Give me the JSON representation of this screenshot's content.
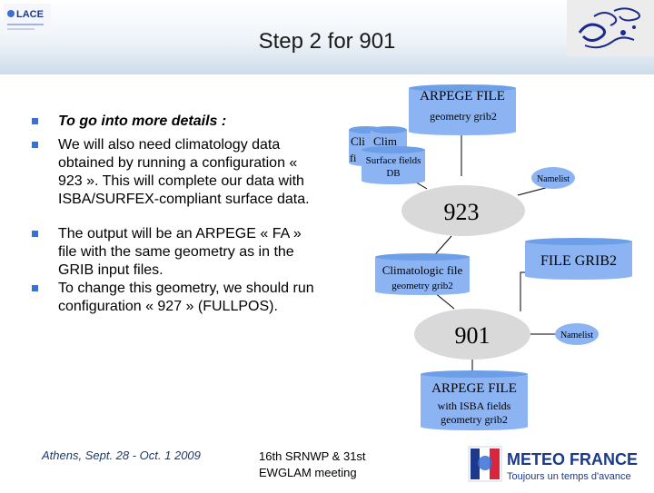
{
  "header": {
    "title": "Step 2 for 901",
    "logo_left_text": "LACE"
  },
  "bullets": [
    {
      "text": "To go into more details :",
      "bold": true,
      "italic": true
    },
    {
      "text": "We will also need climatology data obtained by running a configuration « 923 ». This will complete our data with ISBA/SURFEX-compliant surface data."
    },
    {
      "text": "The output will be an ARPEGE « FA » file with the same geometry as in the GRIB input files."
    },
    {
      "text": "To change this geometry, we should run configuration « 927 » (FULLPOS)."
    }
  ],
  "diagram": {
    "arpege_top": {
      "title": "ARPEGE FILE",
      "sub": "geometry grib2"
    },
    "clim_1": "Cli",
    "clim_2": "Clim",
    "clim_fi": "fi",
    "surface_fields": "Surface fields",
    "surface_db": "DB",
    "namelist_1": "Namelist",
    "node_923": "923",
    "file_grib2": "FILE GRIB2",
    "climatologic": {
      "title": "Climatologic file",
      "sub": "geometry grib2"
    },
    "node_901": "901",
    "namelist_2": "Namelist",
    "arpege_bottom": {
      "title": "ARPEGE FILE",
      "sub1": "with ISBA fields",
      "sub2": "geometry grib2"
    }
  },
  "footer": {
    "date": "Athens, Sept. 28 - Oct. 1 2009",
    "event_line1": "16th  SRNWP & 31st",
    "event_line2": "EWGLAM meeting",
    "logo_text": "METEO FRANCE",
    "logo_tagline": "Toujours un temps d'avance"
  },
  "colors": {
    "cylinder_fill": "#8cb4f2",
    "cylinder_top": "#6d9ee8",
    "ellipse_fill": "#d9d9d9",
    "accent_blue": "#3a6fd6",
    "brand_blue": "#1b3a8c"
  }
}
